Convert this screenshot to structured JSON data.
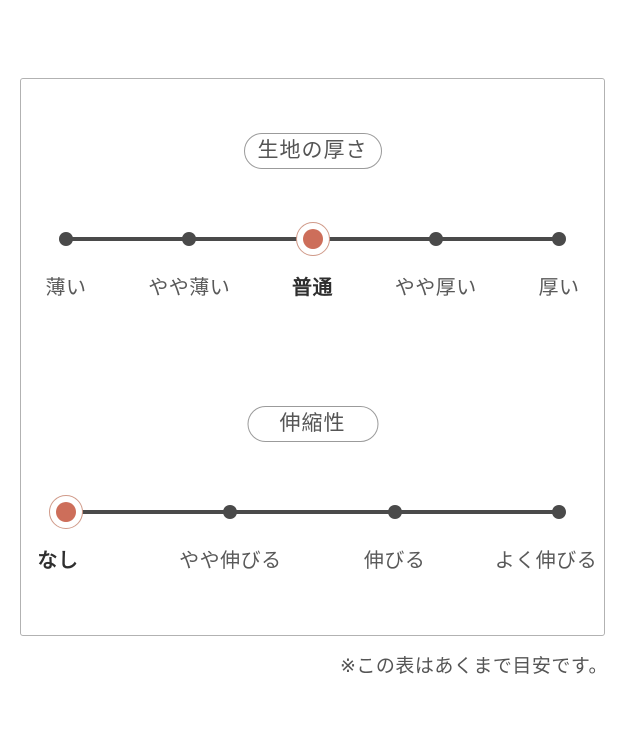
{
  "note": "※この表はあくまで目安です。",
  "scales": [
    {
      "id": "fabric-thickness",
      "title": "生地の厚さ",
      "selected": "普通",
      "selected_index": 2,
      "options": [
        {
          "label": "薄い",
          "selected": false
        },
        {
          "label": "やや薄い",
          "selected": false
        },
        {
          "label": "普通",
          "selected": true
        },
        {
          "label": "やや厚い",
          "selected": false
        },
        {
          "label": "厚い",
          "selected": false
        }
      ]
    },
    {
      "id": "stretchiness",
      "title": "伸縮性",
      "selected": "なし",
      "selected_index": 0,
      "options": [
        {
          "label": "なし",
          "selected": true
        },
        {
          "label": "やや伸びる",
          "selected": false
        },
        {
          "label": "伸びる",
          "selected": false
        },
        {
          "label": "よく伸びる",
          "selected": false
        }
      ]
    }
  ],
  "colors": {
    "accent": "#cd6e5a",
    "accent_ring": "#d09a89",
    "track": "#4a4a4a",
    "label": "#595959",
    "label_selected": "#2f2f2f",
    "pill_border": "#9b9b9b",
    "pill_text": "#555555",
    "panel_border": "#b2b2b2",
    "note_text": "#555555"
  }
}
